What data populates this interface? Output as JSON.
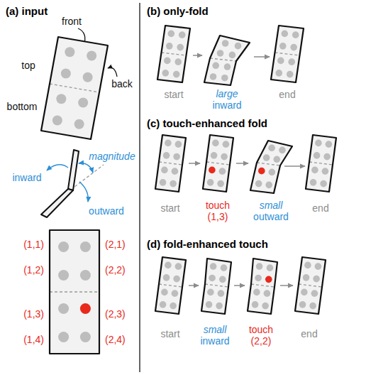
{
  "diagram": {
    "labels": [
      "(a) input",
      "front",
      "top",
      "back",
      "bottom",
      "magnitude",
      "inward",
      "outward",
      "(1,1)",
      "(1,2)",
      "(1,3)",
      "(1,4)",
      "(2,1)",
      "(2,2)",
      "(2,3)",
      "(2,4)",
      "(b) only-fold",
      "start",
      "large",
      "inward",
      "end",
      "(c) touch-enhanced fold",
      "start",
      "touch",
      "(1,3)",
      "small",
      "outward",
      "end",
      "(d) fold-enhanced touch",
      "start",
      "small",
      "inward",
      "touch",
      "(2,2)",
      "end"
    ]
  }
}
